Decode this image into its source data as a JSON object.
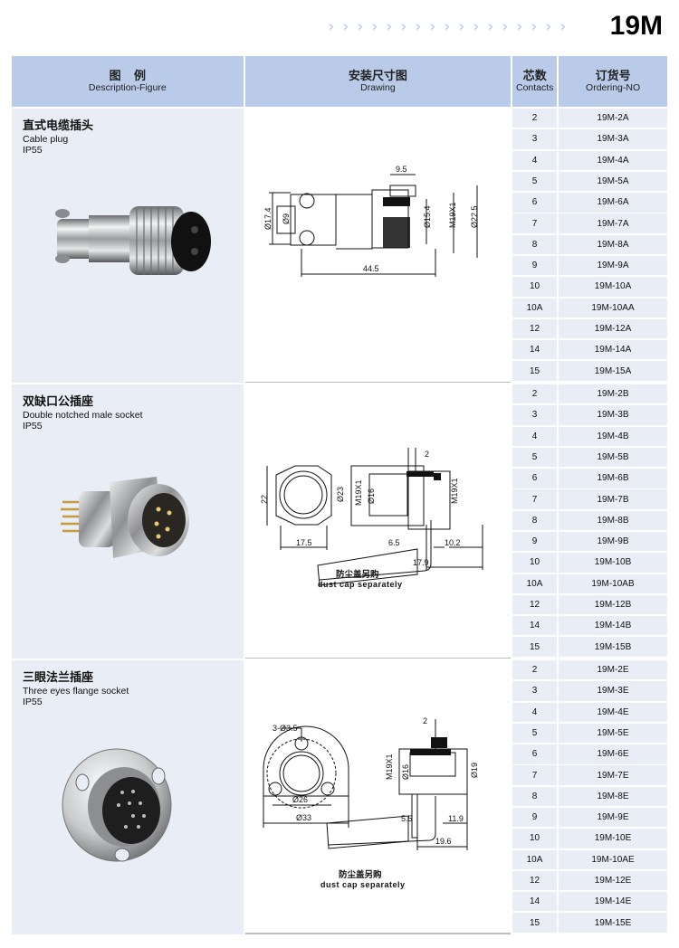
{
  "header": {
    "model": "19M",
    "chevron_count": 17,
    "chevron_color": "#c5d4ee"
  },
  "table_header": {
    "description": {
      "zh": "图    例",
      "en": "Description-Figure"
    },
    "drawing": {
      "zh": "安装尺寸图",
      "en": "Drawing"
    },
    "contacts": {
      "zh": "芯数",
      "en": "Contacts"
    },
    "ordering": {
      "zh": "订货号",
      "en": "Ordering-NO"
    },
    "header_color": "#b9cbe8",
    "cell_color": "#e8edf6"
  },
  "sections": [
    {
      "zh": "直式电缆插头",
      "en": "Cable plug",
      "ip": "IP55",
      "photo_icon": "cable-plug-photo",
      "drawing": {
        "dims": [
          "9.5",
          "Ø17.4",
          "Ø9",
          "Ø15.4",
          "M19X1",
          "Ø22.5",
          "44.5"
        ]
      },
      "rows": [
        {
          "contacts": "2",
          "order": "19M-2A"
        },
        {
          "contacts": "3",
          "order": "19M-3A"
        },
        {
          "contacts": "4",
          "order": "19M-4A"
        },
        {
          "contacts": "5",
          "order": "19M-5A"
        },
        {
          "contacts": "6",
          "order": "19M-6A"
        },
        {
          "contacts": "7",
          "order": "19M-7A"
        },
        {
          "contacts": "8",
          "order": "19M-8A"
        },
        {
          "contacts": "9",
          "order": "19M-9A"
        },
        {
          "contacts": "10",
          "order": "19M-10A"
        },
        {
          "contacts": "10A",
          "order": "19M-10AA"
        },
        {
          "contacts": "12",
          "order": "19M-12A"
        },
        {
          "contacts": "14",
          "order": "19M-14A"
        },
        {
          "contacts": "15",
          "order": "19M-15A"
        }
      ]
    },
    {
      "zh": "双缺口公插座",
      "en": "Double notched male socket",
      "ip": "IP55",
      "photo_icon": "male-socket-photo",
      "drawing": {
        "dims": [
          "22",
          "Ø23",
          "17.5",
          "2",
          "M19X1",
          "Ø16",
          "M19X1",
          "6.5",
          "10.2",
          "17.9"
        ],
        "note_zh": "防尘盖另购",
        "note_en": "dust cap separately"
      },
      "rows": [
        {
          "contacts": "2",
          "order": "19M-2B"
        },
        {
          "contacts": "3",
          "order": "19M-3B"
        },
        {
          "contacts": "4",
          "order": "19M-4B"
        },
        {
          "contacts": "5",
          "order": "19M-5B"
        },
        {
          "contacts": "6",
          "order": "19M-6B"
        },
        {
          "contacts": "7",
          "order": "19M-7B"
        },
        {
          "contacts": "8",
          "order": "19M-8B"
        },
        {
          "contacts": "9",
          "order": "19M-9B"
        },
        {
          "contacts": "10",
          "order": "19M-10B"
        },
        {
          "contacts": "10A",
          "order": "19M-10AB"
        },
        {
          "contacts": "12",
          "order": "19M-12B"
        },
        {
          "contacts": "14",
          "order": "19M-14B"
        },
        {
          "contacts": "15",
          "order": "19M-15B"
        }
      ]
    },
    {
      "zh": "三眼法兰插座",
      "en": "Three eyes flange socket",
      "ip": "IP55",
      "photo_icon": "flange-socket-photo",
      "drawing": {
        "dims": [
          "3-Ø3.5",
          "Ø26",
          "Ø33",
          "2",
          "M19X1",
          "Ø16",
          "Ø19",
          "5.5",
          "11.9",
          "19.6"
        ],
        "note_zh": "防尘盖另购",
        "note_en": "dust cap separately"
      },
      "rows": [
        {
          "contacts": "2",
          "order": "19M-2E"
        },
        {
          "contacts": "3",
          "order": "19M-3E"
        },
        {
          "contacts": "4",
          "order": "19M-4E"
        },
        {
          "contacts": "5",
          "order": "19M-5E"
        },
        {
          "contacts": "6",
          "order": "19M-6E"
        },
        {
          "contacts": "7",
          "order": "19M-7E"
        },
        {
          "contacts": "8",
          "order": "19M-8E"
        },
        {
          "contacts": "9",
          "order": "19M-9E"
        },
        {
          "contacts": "10",
          "order": "19M-10E"
        },
        {
          "contacts": "10A",
          "order": "19M-10AE"
        },
        {
          "contacts": "12",
          "order": "19M-12E"
        },
        {
          "contacts": "14",
          "order": "19M-14E"
        },
        {
          "contacts": "15",
          "order": "19M-15E"
        }
      ]
    }
  ]
}
